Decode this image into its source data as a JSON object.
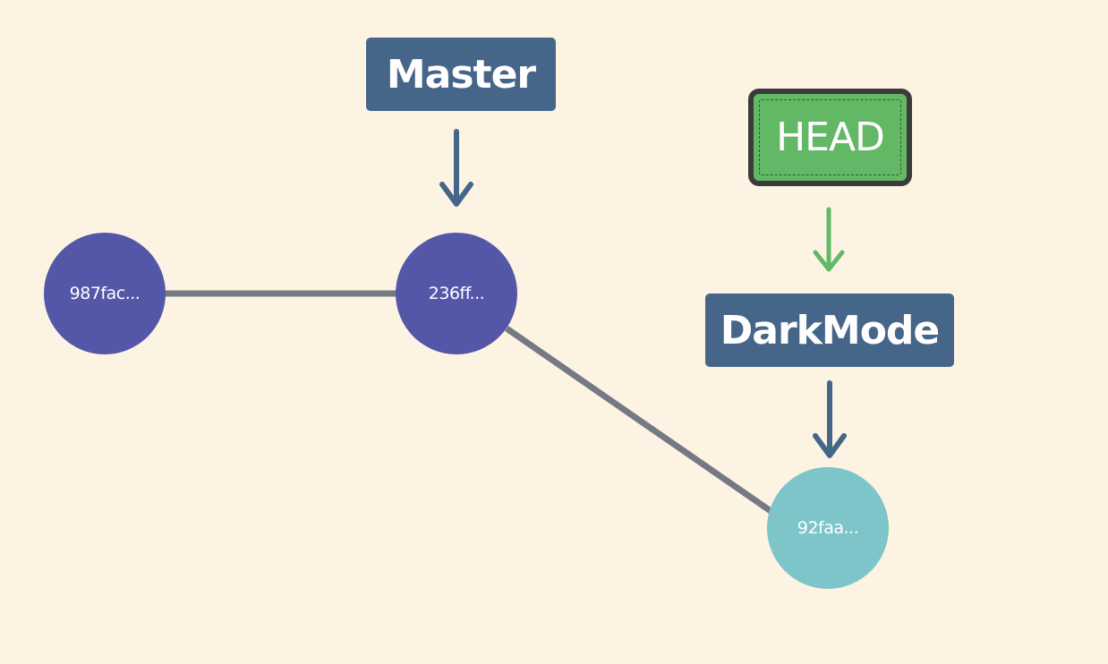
{
  "commits": [
    {
      "id": "987fac...",
      "kind": "main"
    },
    {
      "id": "236ff...",
      "kind": "main"
    },
    {
      "id": "92faa...",
      "kind": "branch"
    }
  ],
  "edges": [
    {
      "from": "987fac...",
      "to": "236ff..."
    },
    {
      "from": "236ff...",
      "to": "92faa..."
    }
  ],
  "refs": {
    "master": "Master",
    "head": "HEAD",
    "dark_mode": "DarkMode"
  },
  "pointers": [
    {
      "from": "Master",
      "to": "236ff..."
    },
    {
      "from": "HEAD",
      "to": "DarkMode"
    },
    {
      "from": "DarkMode",
      "to": "92faa..."
    }
  ],
  "colors": {
    "background": "#fcf3e3",
    "main_commit": "#5456a8",
    "branch_commit": "#7ec5ca",
    "branch_label": "#466689",
    "head_label": "#63b866",
    "head_border": "#3b3b3b",
    "edge": "#767983",
    "pointer_arrow": "#466689",
    "head_arrow": "#63b866"
  }
}
